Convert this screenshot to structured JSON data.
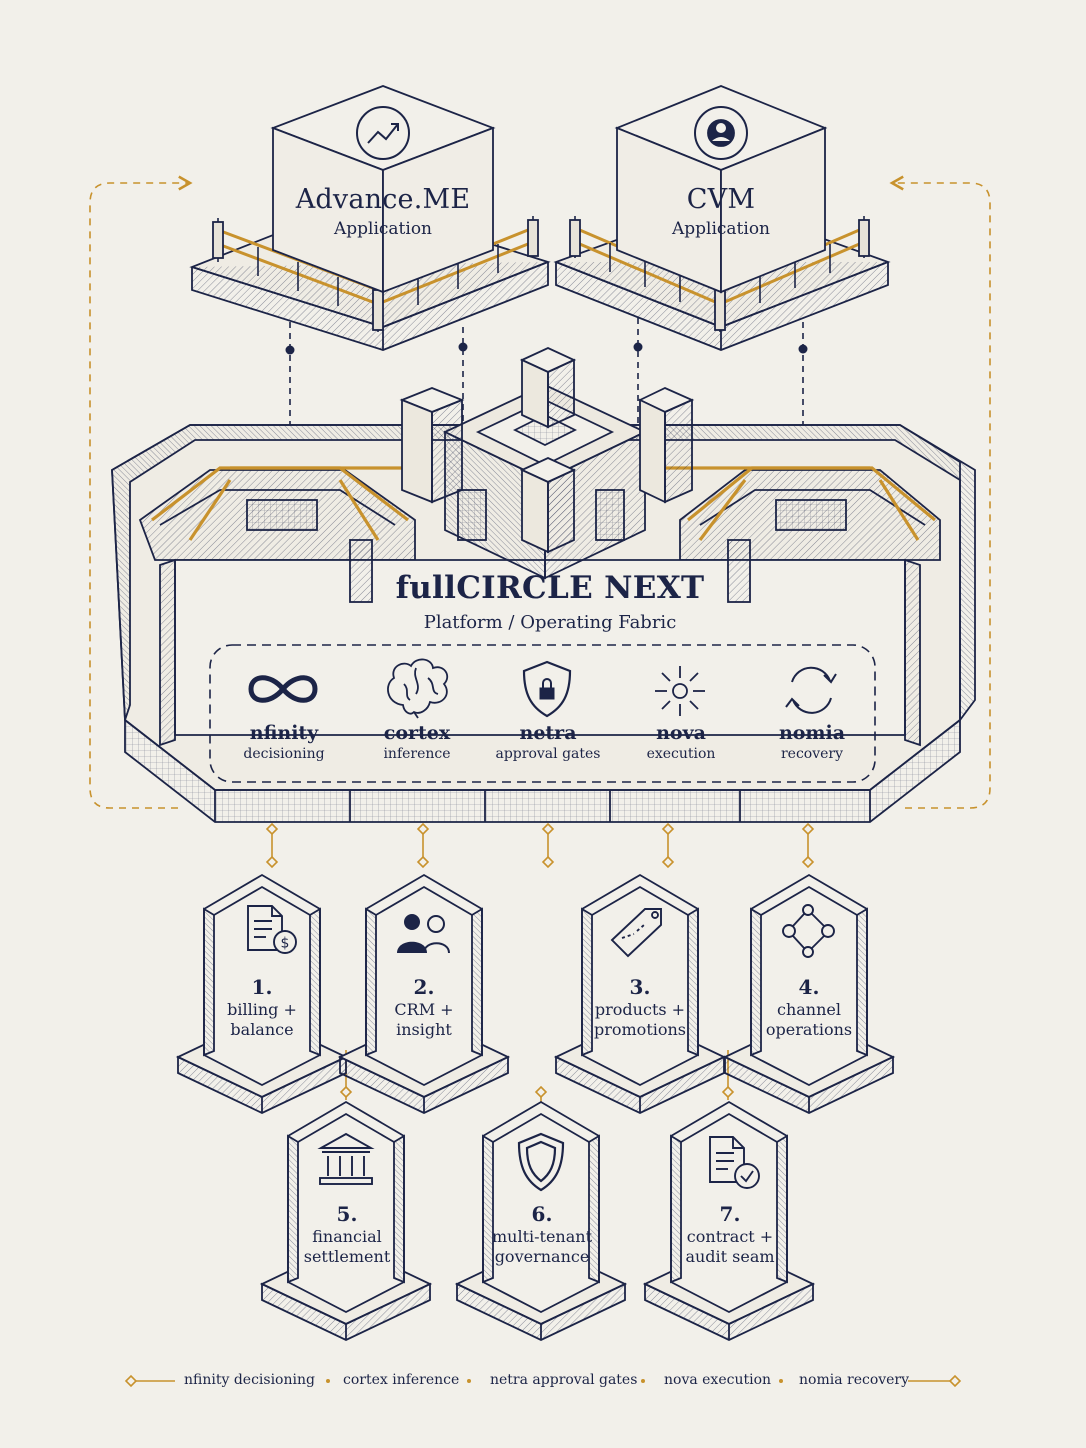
{
  "applications": [
    {
      "title": "Advance.ME",
      "subtitle": "Application",
      "icon": "trend-up-icon"
    },
    {
      "title": "CVM",
      "subtitle": "Application",
      "icon": "user-icon"
    }
  ],
  "platform": {
    "title": "fullCIRCLE NEXT",
    "subtitle": "Platform / Operating Fabric",
    "services": [
      {
        "name": "nfinity",
        "desc": "decisioning",
        "icon": "infinity-icon"
      },
      {
        "name": "cortex",
        "desc": "inference",
        "icon": "brain-icon"
      },
      {
        "name": "netra",
        "desc": "approval gates",
        "icon": "shield-lock-icon"
      },
      {
        "name": "nova",
        "desc": "execution",
        "icon": "burst-icon"
      },
      {
        "name": "nomia",
        "desc": "recovery",
        "icon": "cycle-arrows-icon"
      }
    ]
  },
  "modules": [
    {
      "num": "1.",
      "line1": "billing +",
      "line2": "balance",
      "icon": "invoice-dollar-icon"
    },
    {
      "num": "2.",
      "line1": "CRM +",
      "line2": "insight",
      "icon": "people-icon"
    },
    {
      "num": "3.",
      "line1": "products +",
      "line2": "promotions",
      "icon": "price-tag-icon"
    },
    {
      "num": "4.",
      "line1": "channel",
      "line2": "operations",
      "icon": "network-nodes-icon"
    },
    {
      "num": "5.",
      "line1": "financial",
      "line2": "settlement",
      "icon": "bank-icon"
    },
    {
      "num": "6.",
      "line1": "multi-tenant",
      "line2": "governance",
      "icon": "shield-icon"
    },
    {
      "num": "7.",
      "line1": "contract +",
      "line2": "audit seam",
      "icon": "document-check-icon"
    }
  ],
  "legend": [
    "nfinity decisioning",
    "cortex inference",
    "netra approval gates",
    "nova execution",
    "nomia recovery"
  ],
  "colors": {
    "ink": "#1c2447",
    "gold": "#c8922d",
    "paper": "#f2f0ea"
  }
}
